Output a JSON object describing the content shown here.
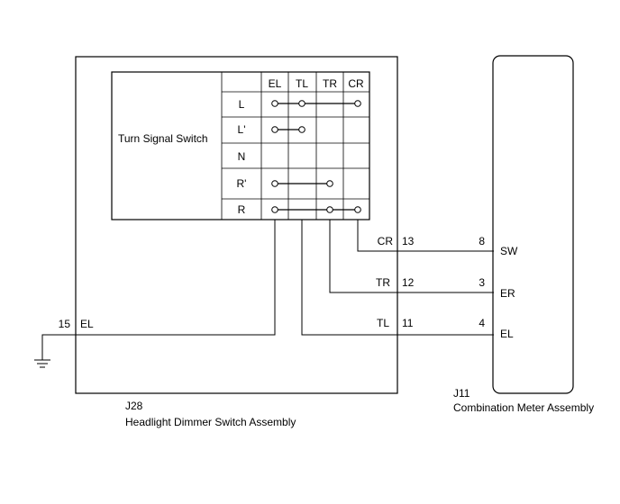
{
  "switch_table": {
    "title": "Turn Signal Switch",
    "columns": [
      "EL",
      "TL",
      "TR",
      "CR"
    ],
    "rows": [
      "L",
      "L'",
      "N",
      "R'",
      "R"
    ]
  },
  "headlight_assembly": {
    "code": "J28",
    "name": "Headlight Dimmer Switch Assembly",
    "pins": [
      {
        "pin": "13",
        "signal": "CR"
      },
      {
        "pin": "12",
        "signal": "TR"
      },
      {
        "pin": "11",
        "signal": "TL"
      },
      {
        "pin": "15",
        "signal": "EL"
      }
    ]
  },
  "meter_assembly": {
    "code": "J11",
    "name": "Combination Meter Assembly",
    "pins": [
      {
        "pin": "8",
        "signal": "SW"
      },
      {
        "pin": "3",
        "signal": "ER"
      },
      {
        "pin": "4",
        "signal": "EL"
      }
    ]
  },
  "ground_symbol": "ground-icon"
}
